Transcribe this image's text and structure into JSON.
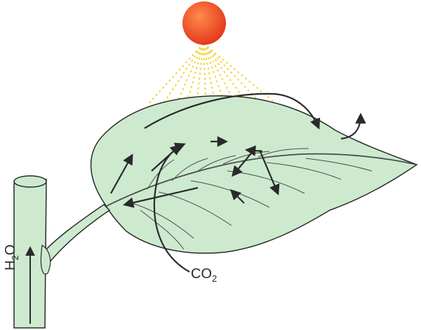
{
  "colors": {
    "leaf_fill": "#cdeacf",
    "outline": "#2a2a2a",
    "sun": "#e53a1c",
    "rays": "#f2d640"
  },
  "labels": {
    "co2_main": "CO",
    "co2_sub": "2",
    "h2o_main": "H",
    "h2o_sub": "2",
    "h2o_tail": "O"
  }
}
